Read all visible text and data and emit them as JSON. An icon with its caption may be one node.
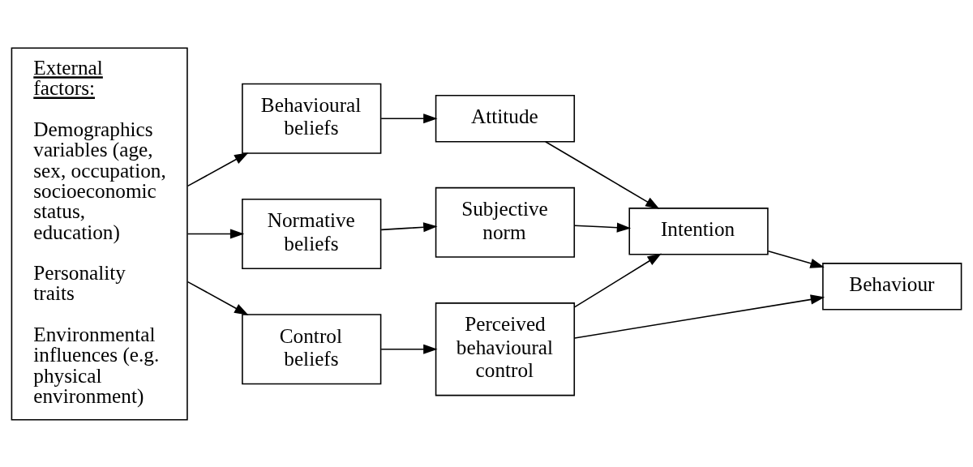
{
  "diagram": {
    "nodes": [
      {
        "text": [
          "External factors:",
          "Demographics variables (age, sex, occupation, socioeconomic status, education)",
          "Personality traits",
          "Environmental influences (e.g. physical environment)"
        ]
      },
      {
        "text": [
          "Behavioural beliefs"
        ]
      },
      {
        "text": [
          "Attitude"
        ]
      },
      {
        "text": [
          "Normative beliefs"
        ]
      },
      {
        "text": [
          "Subjective norm"
        ]
      },
      {
        "text": [
          "Intention"
        ]
      },
      {
        "text": [
          "Behaviour"
        ]
      },
      {
        "text": [
          "Control beliefs"
        ]
      },
      {
        "text": [
          "Perceived behavioural control"
        ]
      }
    ],
    "edges": [
      {
        "from": 0,
        "to": 1,
        "arrow": "to"
      },
      {
        "from": 1,
        "to": 2,
        "arrow": "to"
      },
      {
        "from": 2,
        "to": 5,
        "arrow": "to"
      },
      {
        "from": 0,
        "to": 3,
        "arrow": "to"
      },
      {
        "from": 3,
        "to": 4,
        "arrow": "to"
      },
      {
        "from": 4,
        "to": 5,
        "arrow": "to"
      },
      {
        "from": 5,
        "to": 6,
        "arrow": "to"
      },
      {
        "from": 0,
        "to": 7,
        "arrow": "to"
      },
      {
        "from": 7,
        "to": 8,
        "arrow": "to"
      },
      {
        "from": 8,
        "to": 5,
        "arrow": "to"
      },
      {
        "from": 8,
        "to": 6,
        "arrow": "to"
      }
    ]
  }
}
